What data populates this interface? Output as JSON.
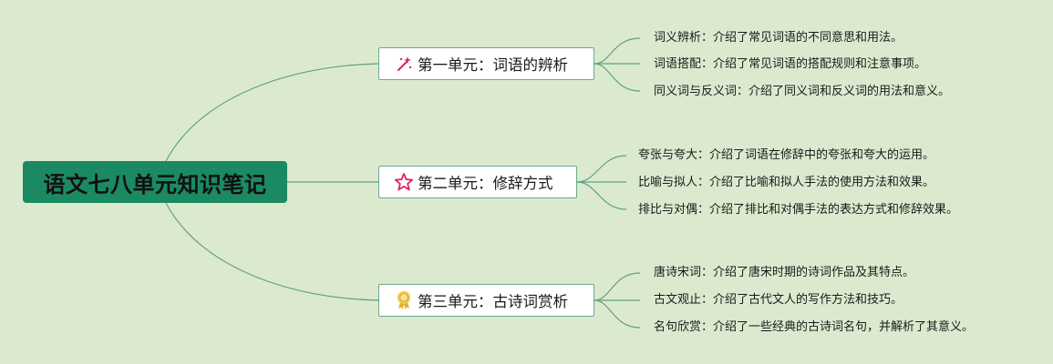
{
  "root": {
    "title": "语文七八单元知识笔记"
  },
  "branches": [
    {
      "title": "第一单元：词语的辨析",
      "icon": "magic-wand-icon",
      "items": [
        "词义辨析：介绍了常见词语的不同意思和用法。",
        "词语搭配：介绍了常见词语的搭配规则和注意事项。",
        "同义词与反义词：介绍了同义词和反义词的用法和意义。"
      ]
    },
    {
      "title": "第二单元：修辞方式",
      "icon": "star-icon",
      "items": [
        "夸张与夸大：介绍了词语在修辞中的夸张和夸大的运用。",
        "比喻与拟人：介绍了比喻和拟人手法的使用方法和效果。",
        "排比与对偶：介绍了排比和对偶手法的表达方式和修辞效果。"
      ]
    },
    {
      "title": "第三单元：古诗词赏析",
      "icon": "award-medal-icon",
      "items": [
        "唐诗宋词：介绍了唐宋时期的诗词作品及其特点。",
        "古文观止：介绍了古代文人的写作方法和技巧。",
        "名句欣赏：介绍了一些经典的古诗词名句，并解析了其意义。"
      ]
    }
  ],
  "colors": {
    "background": "#dbeacf",
    "root_fill": "#1b8a62",
    "connector": "#5fa184",
    "branch_border": "#6aa88d"
  }
}
